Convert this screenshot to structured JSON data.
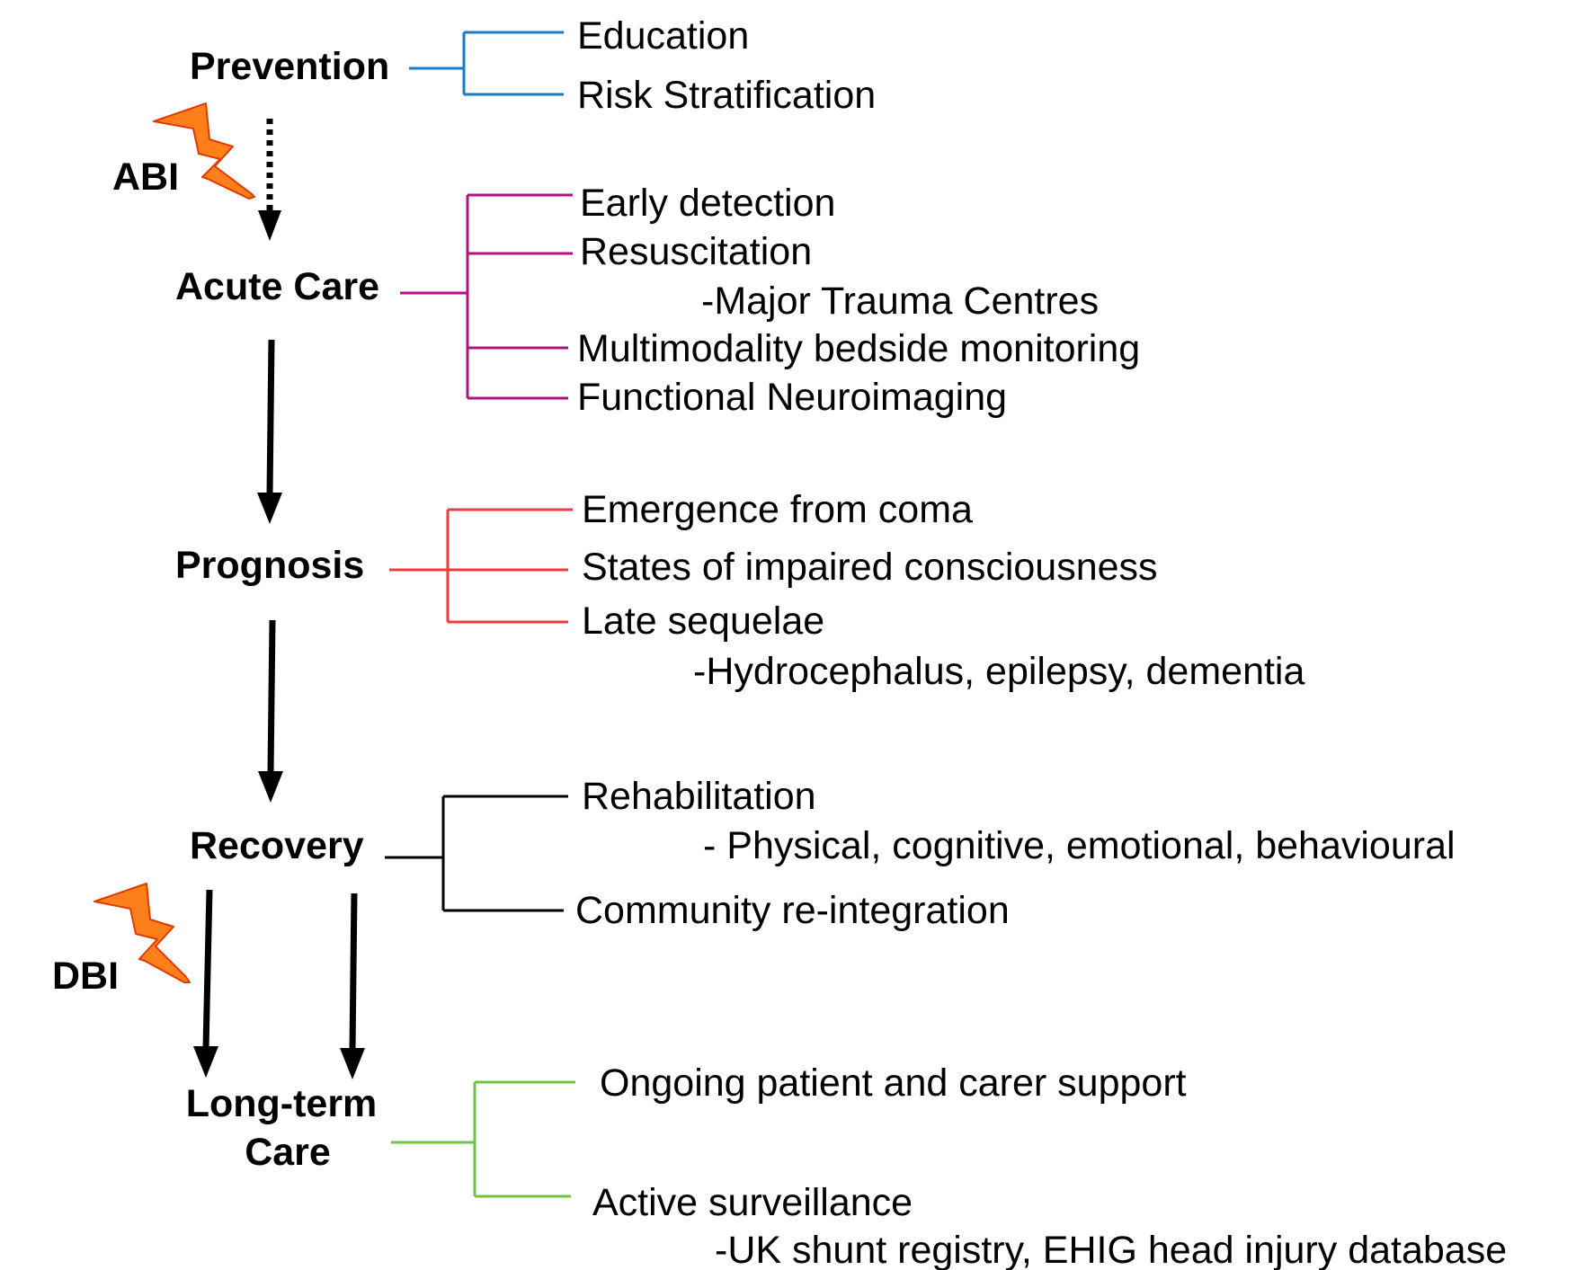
{
  "colors": {
    "prevention": "#1a7cc7",
    "acute_care": "#b0127f",
    "prognosis": "#ef3b3b",
    "recovery": "#000000",
    "long_term_care": "#6cc644",
    "arrow": "#000000",
    "lightning_fill": "#ff7f1a",
    "lightning_stroke": "#e03a00"
  },
  "stages": {
    "prevention": {
      "label": "Prevention",
      "items": [
        "Education",
        "Risk Stratification"
      ]
    },
    "acute_care": {
      "label": "Acute Care",
      "items": [
        "Early detection",
        "Resuscitation",
        "-Major Trauma Centres",
        "Multimodality bedside monitoring",
        "Functional Neuroimaging"
      ]
    },
    "prognosis": {
      "label": "Prognosis",
      "items": [
        "Emergence from coma",
        "States of impaired consciousness",
        "Late sequelae",
        "-Hydrocephalus, epilepsy, dementia"
      ]
    },
    "recovery": {
      "label": "Recovery",
      "items": [
        "Rehabilitation",
        "- Physical, cognitive, emotional, behavioural",
        "Community re-integration"
      ]
    },
    "long_term_care": {
      "label_line1": "Long-term",
      "label_line2": "Care",
      "items": [
        "Ongoing patient and carer support",
        "Active surveillance",
        "-UK shunt registry, EHIG head injury database"
      ]
    }
  },
  "events": {
    "abi": {
      "label": "ABI",
      "icon": "lightning-icon"
    },
    "dbi": {
      "label": "DBI",
      "icon": "lightning-icon"
    }
  }
}
